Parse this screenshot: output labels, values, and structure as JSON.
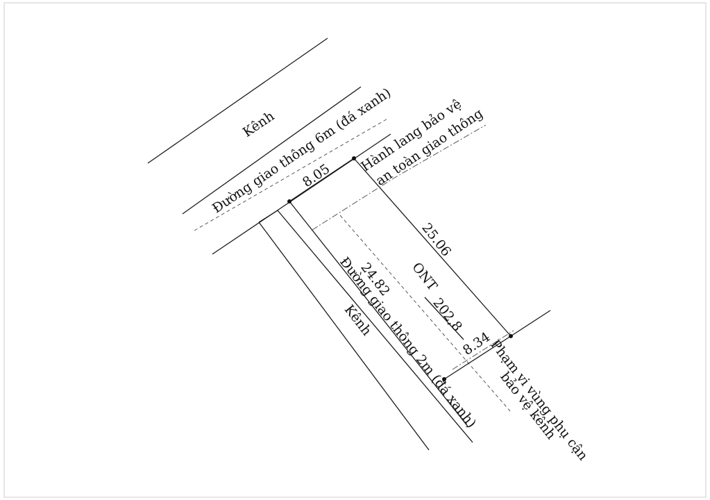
{
  "labels": {
    "canal_top": "Kênh",
    "road_6m": "Đường giao thông 6m (đá xanh)",
    "road_corridor_line1": "Hành lang bảo vệ",
    "road_corridor_line2": "an toàn giao thông",
    "dim_top": "8.05",
    "dim_right": "25.06",
    "dim_left": "24.82",
    "dim_bottom": "8.34",
    "land_type": "ONT",
    "area": "202,8",
    "road_2m": "Đường giao thông 2m (đá xanh)",
    "canal_left": "Kênh",
    "canal_zone_line1": "Phạm vi vùng phụ cận",
    "canal_zone_line2": "bảo vệ kênh"
  },
  "colors": {
    "line": "#1a1a1a",
    "dashed": "#555555",
    "border": "#d0d0d0"
  }
}
